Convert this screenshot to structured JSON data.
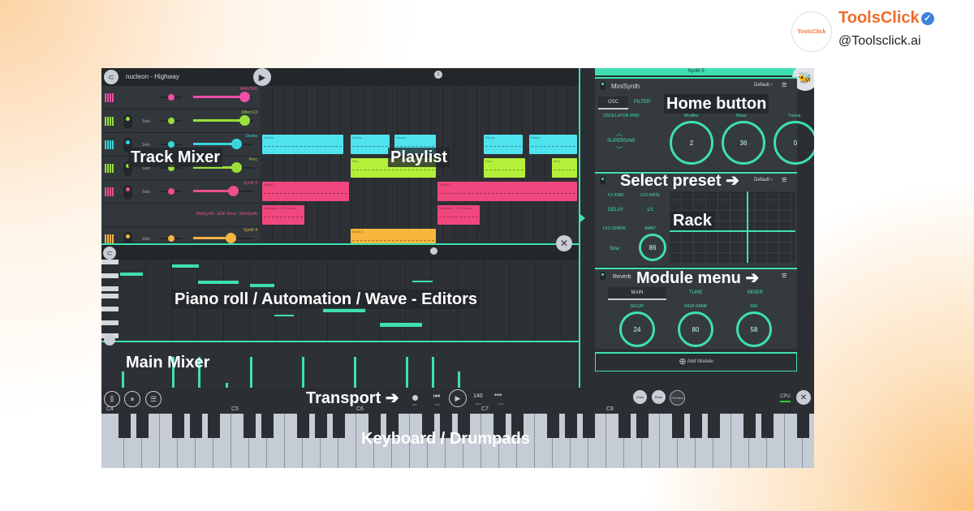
{
  "brand": {
    "logo_text": "ToolsClick",
    "name": "ToolsClick",
    "handle": "@Toolsclick.ai",
    "accent": "#f26b2a"
  },
  "app": {
    "project_title": "nucleon - Highway",
    "accent": "#3fe0b0"
  },
  "mixer": {
    "solo_label": "Solo",
    "tracks": [
      {
        "name": "MASTER",
        "color": "#ec4fa6",
        "volume": 0.9,
        "has_toggle": false,
        "icon": "bar-chart-icon"
      },
      {
        "name": "Effect 13",
        "color": "#99e03a",
        "volume": 0.9,
        "has_toggle": true,
        "icon": "bar-chart-icon"
      },
      {
        "name": "Drums",
        "color": "#36d6e0",
        "volume": 0.75,
        "has_toggle": true,
        "icon": "drum-grid-icon"
      },
      {
        "name": "Perc",
        "color": "#99e03a",
        "volume": 0.75,
        "has_toggle": true,
        "icon": "drum-grid-icon"
      },
      {
        "name": "Synth 3",
        "color": "#ec4f8a",
        "volume": 0.7,
        "has_toggle": true,
        "icon": "keys-icon"
      },
      {
        "name": "MiniSynth : EGF Amnt : MiniSynth",
        "color": "#ec4f8a",
        "volume": null,
        "has_toggle": false,
        "icon": ""
      },
      {
        "name": "Synth 4",
        "color": "#f5b342",
        "volume": 0.65,
        "has_toggle": true,
        "icon": "keys-icon"
      }
    ]
  },
  "playlist": {
    "clips": [
      {
        "label": "Drums",
        "row": 2,
        "color": "#4fe3ee",
        "start": 0,
        "end": 7.3
      },
      {
        "label": "Drums",
        "row": 2,
        "color": "#4fe3ee",
        "start": 7.8,
        "end": 11.4
      },
      {
        "label": "Drums",
        "row": 2,
        "color": "#4fe3ee",
        "start": 11.7,
        "end": 15.5
      },
      {
        "label": "Drums",
        "row": 2,
        "color": "#4fe3ee",
        "start": 19.6,
        "end": 23.2
      },
      {
        "label": "Drums",
        "row": 2,
        "color": "#4fe3ee",
        "start": 23.6,
        "end": 28
      },
      {
        "label": "Perc",
        "row": 3,
        "color": "#b4f03a",
        "start": 7.8,
        "end": 15.5
      },
      {
        "label": "Perc",
        "row": 3,
        "color": "#b4f03a",
        "start": 19.6,
        "end": 23.4
      },
      {
        "label": "Perc",
        "row": 3,
        "color": "#b4f03a",
        "start": 25.6,
        "end": 28
      },
      {
        "label": "Synth 3",
        "row": 4,
        "color": "#f0477f",
        "start": 0,
        "end": 7.8
      },
      {
        "label": "Synth 3",
        "row": 4,
        "color": "#f0477f",
        "start": 15.5,
        "end": 28
      },
      {
        "label": "MiniSynth : EGF Amnt...",
        "row": 5,
        "color": "#f0477f",
        "start": 0,
        "end": 3.9
      },
      {
        "label": "MiniSynth : EGF Amnt...",
        "row": 5,
        "color": "#f0477f",
        "start": 15.5,
        "end": 19.4
      },
      {
        "label": "Synth 4",
        "row": 6,
        "color": "#f9b63d",
        "start": 7.8,
        "end": 15.5
      }
    ]
  },
  "rack": {
    "header": "Synth 5",
    "minisynth": {
      "name": "MiniSynth",
      "preset": "Default ›",
      "tabs": [
        "OSC",
        "FILTER"
      ],
      "osc_kind_label": "OSCILLATOR KIND",
      "osc_kind": "SUPERSAW",
      "knobs": [
        {
          "label": "Modifier",
          "value": "2"
        },
        {
          "label": "Noise",
          "value": "36"
        },
        {
          "label": "Transp",
          "value": "0"
        }
      ]
    },
    "fx": {
      "preset": "Default ›",
      "fx_kind_label": "FX KIND",
      "fx_kind": "DELAY",
      "lfo_rate_label": "LFO RATE",
      "lfo_rate": "1/1",
      "lfo_shape_label": "LFO SHAPE",
      "lfo_shape": "Sine",
      "amnt_label": "AMNT",
      "amnt": "86"
    },
    "reverb": {
      "name": "Reverb",
      "tabs": [
        "MAIN",
        "TUNE",
        "MIXER"
      ],
      "knobs": [
        {
          "label": "DECAY",
          "value": "24"
        },
        {
          "label": "HIGH DAMP",
          "value": "80"
        },
        {
          "label": "MIX",
          "value": "58"
        }
      ]
    },
    "add_module": "Add Module"
  },
  "transport": {
    "rec": "REC",
    "rev": "REV",
    "bpm": "140",
    "bpm_label": "BPM",
    "ctrl": "CTRL",
    "undo": "Undo",
    "redo": "Redo",
    "preview": "Preview",
    "cpu": "CPU"
  },
  "keyboard": {
    "octaves": [
      "C4",
      "C5",
      "C6",
      "C7",
      "C8"
    ]
  },
  "annotations": {
    "track_mixer": "Track Mixer",
    "playlist": "Playlist",
    "home_button": "Home button",
    "select_preset": "Select preset",
    "rack": "Rack",
    "module_menu": "Module menu",
    "piano_roll": "Piano roll / Automation / Wave - Editors",
    "main_mixer": "Main Mixer",
    "transport": "Transport",
    "keyboard": "Keyboard / Drumpads"
  }
}
